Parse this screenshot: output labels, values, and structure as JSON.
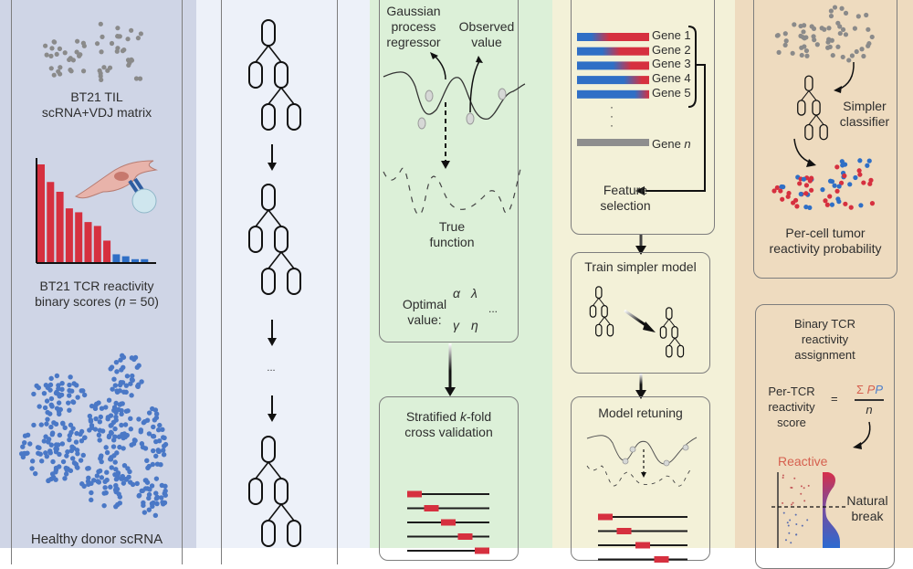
{
  "colors": {
    "col1_bg": "#cfd5e6",
    "col2_bg": "#edf1f9",
    "col3_bg": "#dcf0d8",
    "col4_bg": "#f3f1d8",
    "col5_bg": "#eedbbf",
    "red": "#d6303f",
    "blue": "#2f6fc6",
    "dot_gray": "#8a8a8a",
    "dot_blue": "#4a78c6"
  },
  "column1": {
    "til_label_line1": "BT21 TIL",
    "til_label_line2": "scRNA+VDJ matrix",
    "scores_label_line1": "BT21 TCR reactivity",
    "scores_label_line2_pre": "binary scores (",
    "scores_label_n": "n",
    "scores_label_line2_post": " = 50)",
    "healthy_label": "Healthy donor scRNA",
    "bar_values": [
      1.0,
      0.82,
      0.72,
      0.55,
      0.51,
      0.41,
      0.37,
      0.22,
      0.08,
      0.06,
      0.03,
      0.03
    ]
  },
  "column2": {
    "ellipsis": "..."
  },
  "column3": {
    "gp_label_line1": "Gaussian",
    "gp_label_line2": "process",
    "gp_label_line3": "regressor",
    "observed_label_line1": "Observed",
    "observed_label_line2": "value",
    "true_fn_line1": "True",
    "true_fn_line2": "function",
    "optimal_line1": "Optimal",
    "optimal_line2": "value:",
    "param_alpha": "α",
    "param_lambda": "λ",
    "param_gamma": "γ",
    "param_eta": "η",
    "param_more": "...",
    "cv_title_pre": "Stratified ",
    "cv_title_k": "k",
    "cv_title_post": "-fold",
    "cv_title_line2": "cross validation"
  },
  "column4": {
    "genes": [
      "Gene 1",
      "Gene 2",
      "Gene 3",
      "Gene 4",
      "Gene 5"
    ],
    "gene_n_pre": "Gene ",
    "gene_n_italic": "n",
    "feature_line1": "Feature",
    "feature_line2": "selection",
    "train_title": "Train simpler model",
    "retune_title": "Model retuning"
  },
  "column5": {
    "simpler_line1": "Simpler",
    "simpler_line2": "classifier",
    "percell_line1": "Per-cell tumor",
    "percell_line2": "reactivity probability",
    "binary_line1": "Binary TCR",
    "binary_line2": "reactivity",
    "binary_line3": "assignment",
    "score_line1": "Per-TCR",
    "score_line2": "reactivity",
    "score_line3": "score",
    "equals": "=",
    "sigma": "Σ ",
    "pp_p1": "P",
    "pp_p2": "P",
    "denominator": "n",
    "reactive_label": "Reactive",
    "natural_line1": "Natural",
    "natural_line2": "break"
  }
}
